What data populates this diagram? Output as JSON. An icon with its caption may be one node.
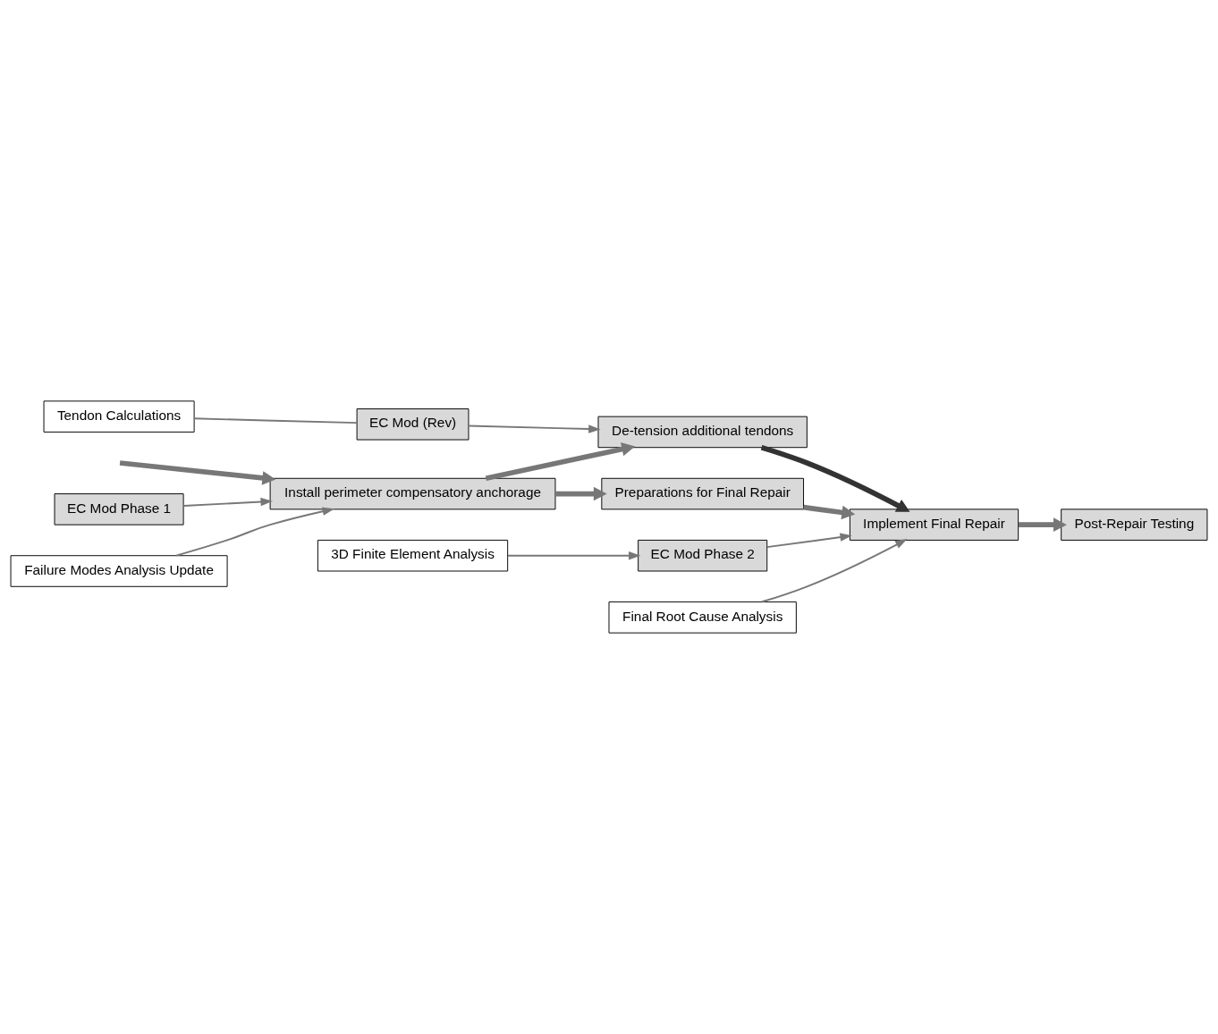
{
  "diagram": {
    "nodes": [
      {
        "text": [
          "Tendon Calculations"
        ]
      },
      {
        "text": [
          "3D Finite Element Analysis"
        ]
      },
      {
        "text": [
          "EC Mod (Rev)"
        ]
      },
      {
        "text": [
          "EC Mod Phase 1"
        ]
      },
      {
        "text": [
          "EC Mod Phase 2"
        ]
      },
      {
        "text": [
          "De-tension additional tendons"
        ]
      },
      {
        "text": [
          "Install perimeter compensatory anchorage"
        ]
      },
      {
        "text": [
          "Preparations for Final Repair"
        ]
      },
      {
        "text": [
          "Implement Final Repair"
        ]
      },
      {
        "text": [
          "Post-Repair Testing"
        ]
      },
      {
        "text": [
          "Failure Modes Analysis Update"
        ]
      },
      {
        "text": [
          "Final Root Cause Analysis"
        ]
      }
    ],
    "edges": [
      {
        "from": 0,
        "to": 2,
        "arrow": "none"
      },
      {
        "from": 1,
        "to": 4,
        "arrow": "to"
      },
      {
        "from": 2,
        "to": 5,
        "arrow": "to"
      },
      {
        "from": 3,
        "to": 6,
        "arrow": "to"
      },
      {
        "from": 10,
        "to": 6,
        "arrow": "to"
      },
      {
        "from": null,
        "to": 6,
        "arrow": "to",
        "style": "thick"
      },
      {
        "from": 6,
        "to": 5,
        "arrow": "to",
        "style": "thick"
      },
      {
        "from": 6,
        "to": 7,
        "arrow": "to",
        "style": "thick"
      },
      {
        "from": 7,
        "to": 8,
        "arrow": "to",
        "style": "thick"
      },
      {
        "from": 5,
        "to": 8,
        "arrow": "to",
        "style": "thick",
        "color": "#333333"
      },
      {
        "from": 4,
        "to": 8,
        "arrow": "to"
      },
      {
        "from": 11,
        "to": 8,
        "arrow": "to"
      },
      {
        "from": 8,
        "to": 9,
        "arrow": "to",
        "style": "thick"
      }
    ]
  }
}
